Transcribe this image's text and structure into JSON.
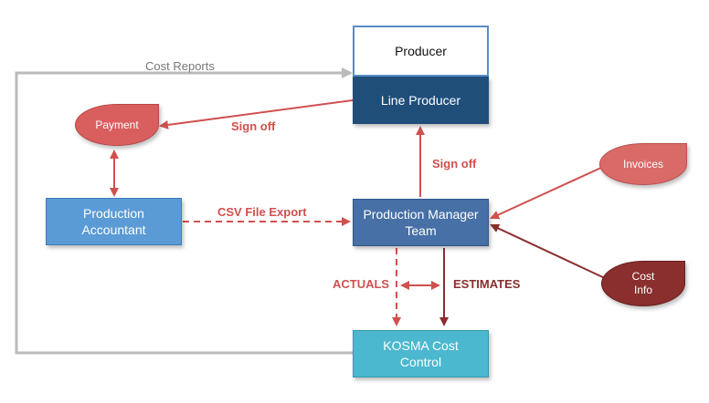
{
  "nodes": {
    "producer": "Producer",
    "line_producer": "Line Producer",
    "production_manager_team": "Production Manager\nTeam",
    "production_accountant": "Production\nAccountant",
    "kosma_cost_control": "KOSMA Cost\nControl",
    "payment": "Payment",
    "invoices": "Invoices",
    "cost_info": "Cost\nInfo"
  },
  "edge_labels": {
    "cost_reports": "Cost Reports",
    "sign_off_payment": "Sign off",
    "sign_off_line_producer": "Sign off",
    "csv_file_export": "CSV File Export",
    "actuals": "ACTUALS",
    "estimates": "ESTIMATES"
  },
  "colors": {
    "dark_navy": "#1f4e79",
    "steel_blue": "#4670a6",
    "light_blue": "#5b9bd5",
    "teal": "#4bb8cf",
    "salmon_red": "#d95f5f",
    "dark_red": "#8b2e2e",
    "gray": "#bbbbbb"
  }
}
